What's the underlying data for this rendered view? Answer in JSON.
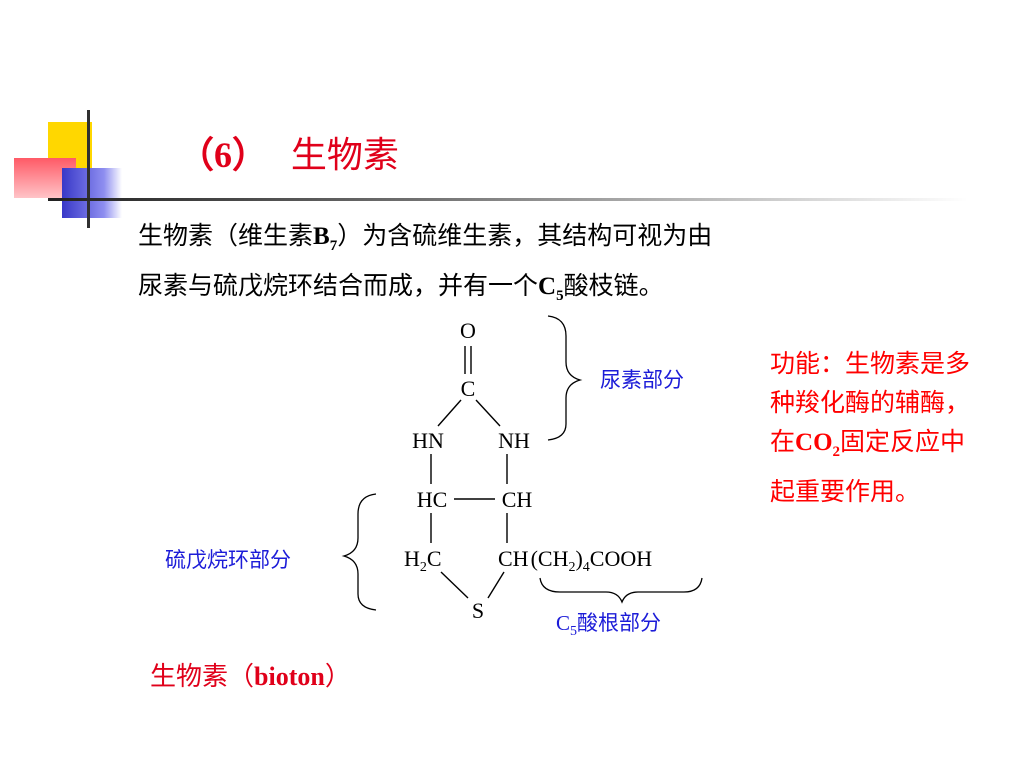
{
  "title": {
    "number": "（6）",
    "text": "生物素"
  },
  "description": {
    "l1a": "生物素（维生素",
    "l1b": "B",
    "l1c": "7",
    "l1d": "）为含硫维生素，其结构可视为由",
    "l2a": "尿素与硫戊烷环结合而成，并有一个",
    "l2b": "C",
    "l2c": "5",
    "l2d": "酸枝链。"
  },
  "structure": {
    "o": "O",
    "c": "C",
    "hn": "HN",
    "nh": "NH",
    "hc": "HC",
    "ch": "CH",
    "h2c_h": "H",
    "h2c_2": "2",
    "h2c_c": "C",
    "ch2": "CH",
    "chain_a": "(CH",
    "chain_2": "2",
    "chain_b": ")",
    "chain_4": "4",
    "chain_c": "COOH",
    "s": "S",
    "label_urea": "尿素部分",
    "label_ring": "硫戊烷环部分",
    "label_c5_a": "C",
    "label_c5_sub": "5",
    "label_c5_b": "酸根部分"
  },
  "function": {
    "a": "功能：生物素是多种羧化酶的辅酶，在",
    "b": "CO",
    "c": "2",
    "d": "固定反应中起重要作用。"
  },
  "bottom": {
    "a": "生物素（",
    "b": "bioton",
    "c": "）"
  },
  "colors": {
    "title": "#e0001a",
    "label": "#1c1cd8",
    "function": "#ff0000"
  }
}
